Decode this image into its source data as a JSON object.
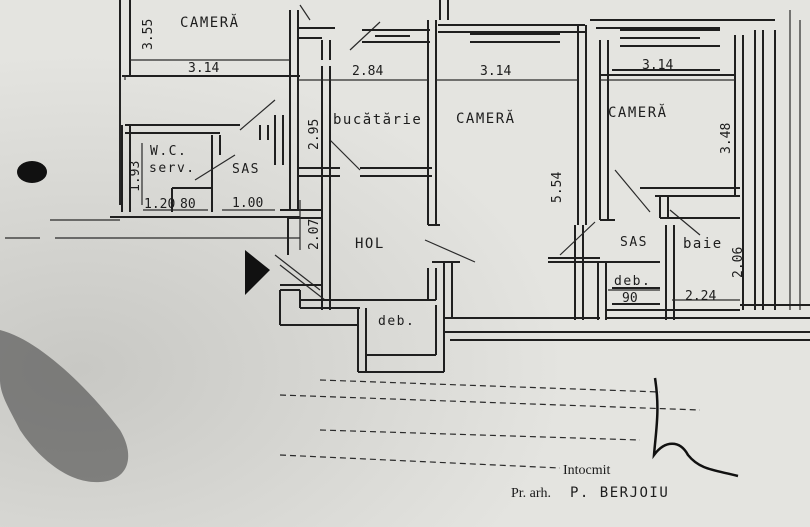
{
  "rooms": [
    {
      "id": "camera-top",
      "label": "CAMERĂ"
    },
    {
      "id": "wc",
      "label": "W.C."
    },
    {
      "id": "serv",
      "label": "serv."
    },
    {
      "id": "sas-left",
      "label": "SAS"
    },
    {
      "id": "bucatarie",
      "label": "bucătărie"
    },
    {
      "id": "camera-mid",
      "label": "CAMERĂ"
    },
    {
      "id": "camera-right",
      "label": "CAMERĂ"
    },
    {
      "id": "hol",
      "label": "HOL"
    },
    {
      "id": "sas-right",
      "label": "SAS"
    },
    {
      "id": "baie",
      "label": "baie"
    },
    {
      "id": "deb-right",
      "label": "deb."
    },
    {
      "id": "deb-bottom",
      "label": "deb."
    }
  ],
  "dimensions": {
    "left_vertical_top": "3.55",
    "top_left_width": "3.14",
    "kitchen_width": "2.84",
    "mid_room_width": "3.14",
    "right_room_width": "3.14",
    "right_room_height": "3.48",
    "mid_room_height": "5.54",
    "kitchen_height": "2.95",
    "wc_height": "1.93",
    "wc_width": "1.20",
    "serv_width": "80",
    "sas_width": "1.00",
    "hall_height": "2.07",
    "bath_height": "2.06",
    "deb_width": "90",
    "bath_width": "2.24"
  },
  "credits": {
    "prepared": "Intocmit",
    "architect_title": "Pr. arh.",
    "architect_name": "P. BERJOIU"
  },
  "colors": {
    "paper": "#e4e4e0",
    "ink": "#1f1f1f"
  }
}
